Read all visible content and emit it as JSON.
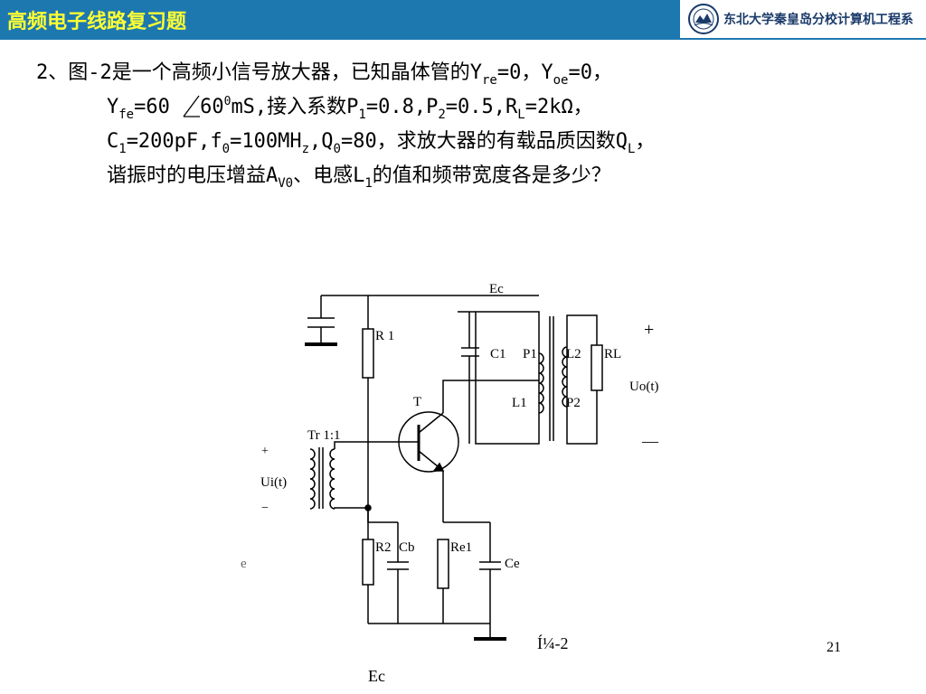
{
  "header": {
    "title": "高频电子线路复习题",
    "bar_color": "#1e78b0",
    "title_color": "#ffff33"
  },
  "logo": {
    "text": "东北大学秦皇岛分校计算机工程系"
  },
  "problem": {
    "number": "2、",
    "line1": {
      "text": "图-2是一个高频小信号放大器，已知晶体管的Y",
      "yre_sub": "re",
      "yre_val": "=0，Y",
      "yoe_sub": "oe",
      "yoe_val": "=0，"
    },
    "line2": {
      "y": "Y",
      "yfe_sub": "fe",
      "yfe_mag": "=60",
      "yfe_angle": "60",
      "deg": "0",
      "unit": "mS,接入系数P",
      "p1_sub": "1",
      "p1_val": "=0.8,P",
      "p2_sub": "2",
      "p2_val": "=0.5,R",
      "rl_sub": "L",
      "rl_val": "=2kΩ，"
    },
    "line3": {
      "c": "C",
      "c1_sub": "1",
      "c1_val": "=200pF,f",
      "f0_sub": "0",
      "f0_val": "=100MH",
      "z_sub": "z",
      "q_pre": ",Q",
      "q0_sub": "0",
      "q0_val": "=80，求放大器的有载品质因数Q",
      "ql_sub": "L",
      "ql_tail": "，"
    },
    "line4": {
      "text": "谐振时的电压增益A",
      "av_sub": "V0",
      "text2": "、电感L",
      "l1_sub": "1",
      "text3": "的值和频带宽度各是多少？"
    }
  },
  "circuit": {
    "labels": {
      "ec_top": "Ec",
      "r1": "R 1",
      "c1": "C1",
      "p1": "P1",
      "l2": "L2",
      "rl": "RL",
      "plus_out": "+",
      "uo": "Uo(t)",
      "minus_out": "—",
      "l1": "L1",
      "p2": "P2",
      "t": "T",
      "tr": "Tr 1:1",
      "plus_in": "+",
      "ui": "Ui(t)",
      "minus_in": "−",
      "r2": "R2",
      "cb": "Cb",
      "re1": "Re1",
      "ce": "Ce",
      "stray_e": "e",
      "fig_caption": "Í¼-2",
      "ec_bottom": "Ec"
    }
  },
  "page_number": "21"
}
